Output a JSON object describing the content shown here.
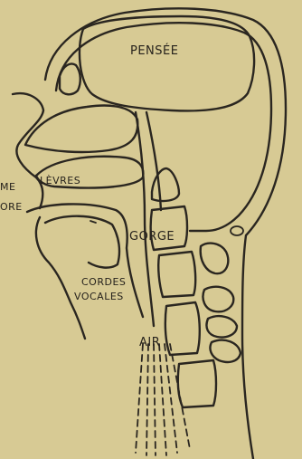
{
  "labels": {
    "thought": "PENSÉE",
    "lips": "LÈVRES",
    "throat": "GORGE",
    "vocal_cords_line1": "CORDES",
    "vocal_cords_line2": "VOCALES",
    "air": "AIR",
    "left_fragment_1": "ME",
    "left_fragment_2": "ORE"
  },
  "colors": {
    "paper": "#d7ca94",
    "ink": "#2a2620"
  }
}
